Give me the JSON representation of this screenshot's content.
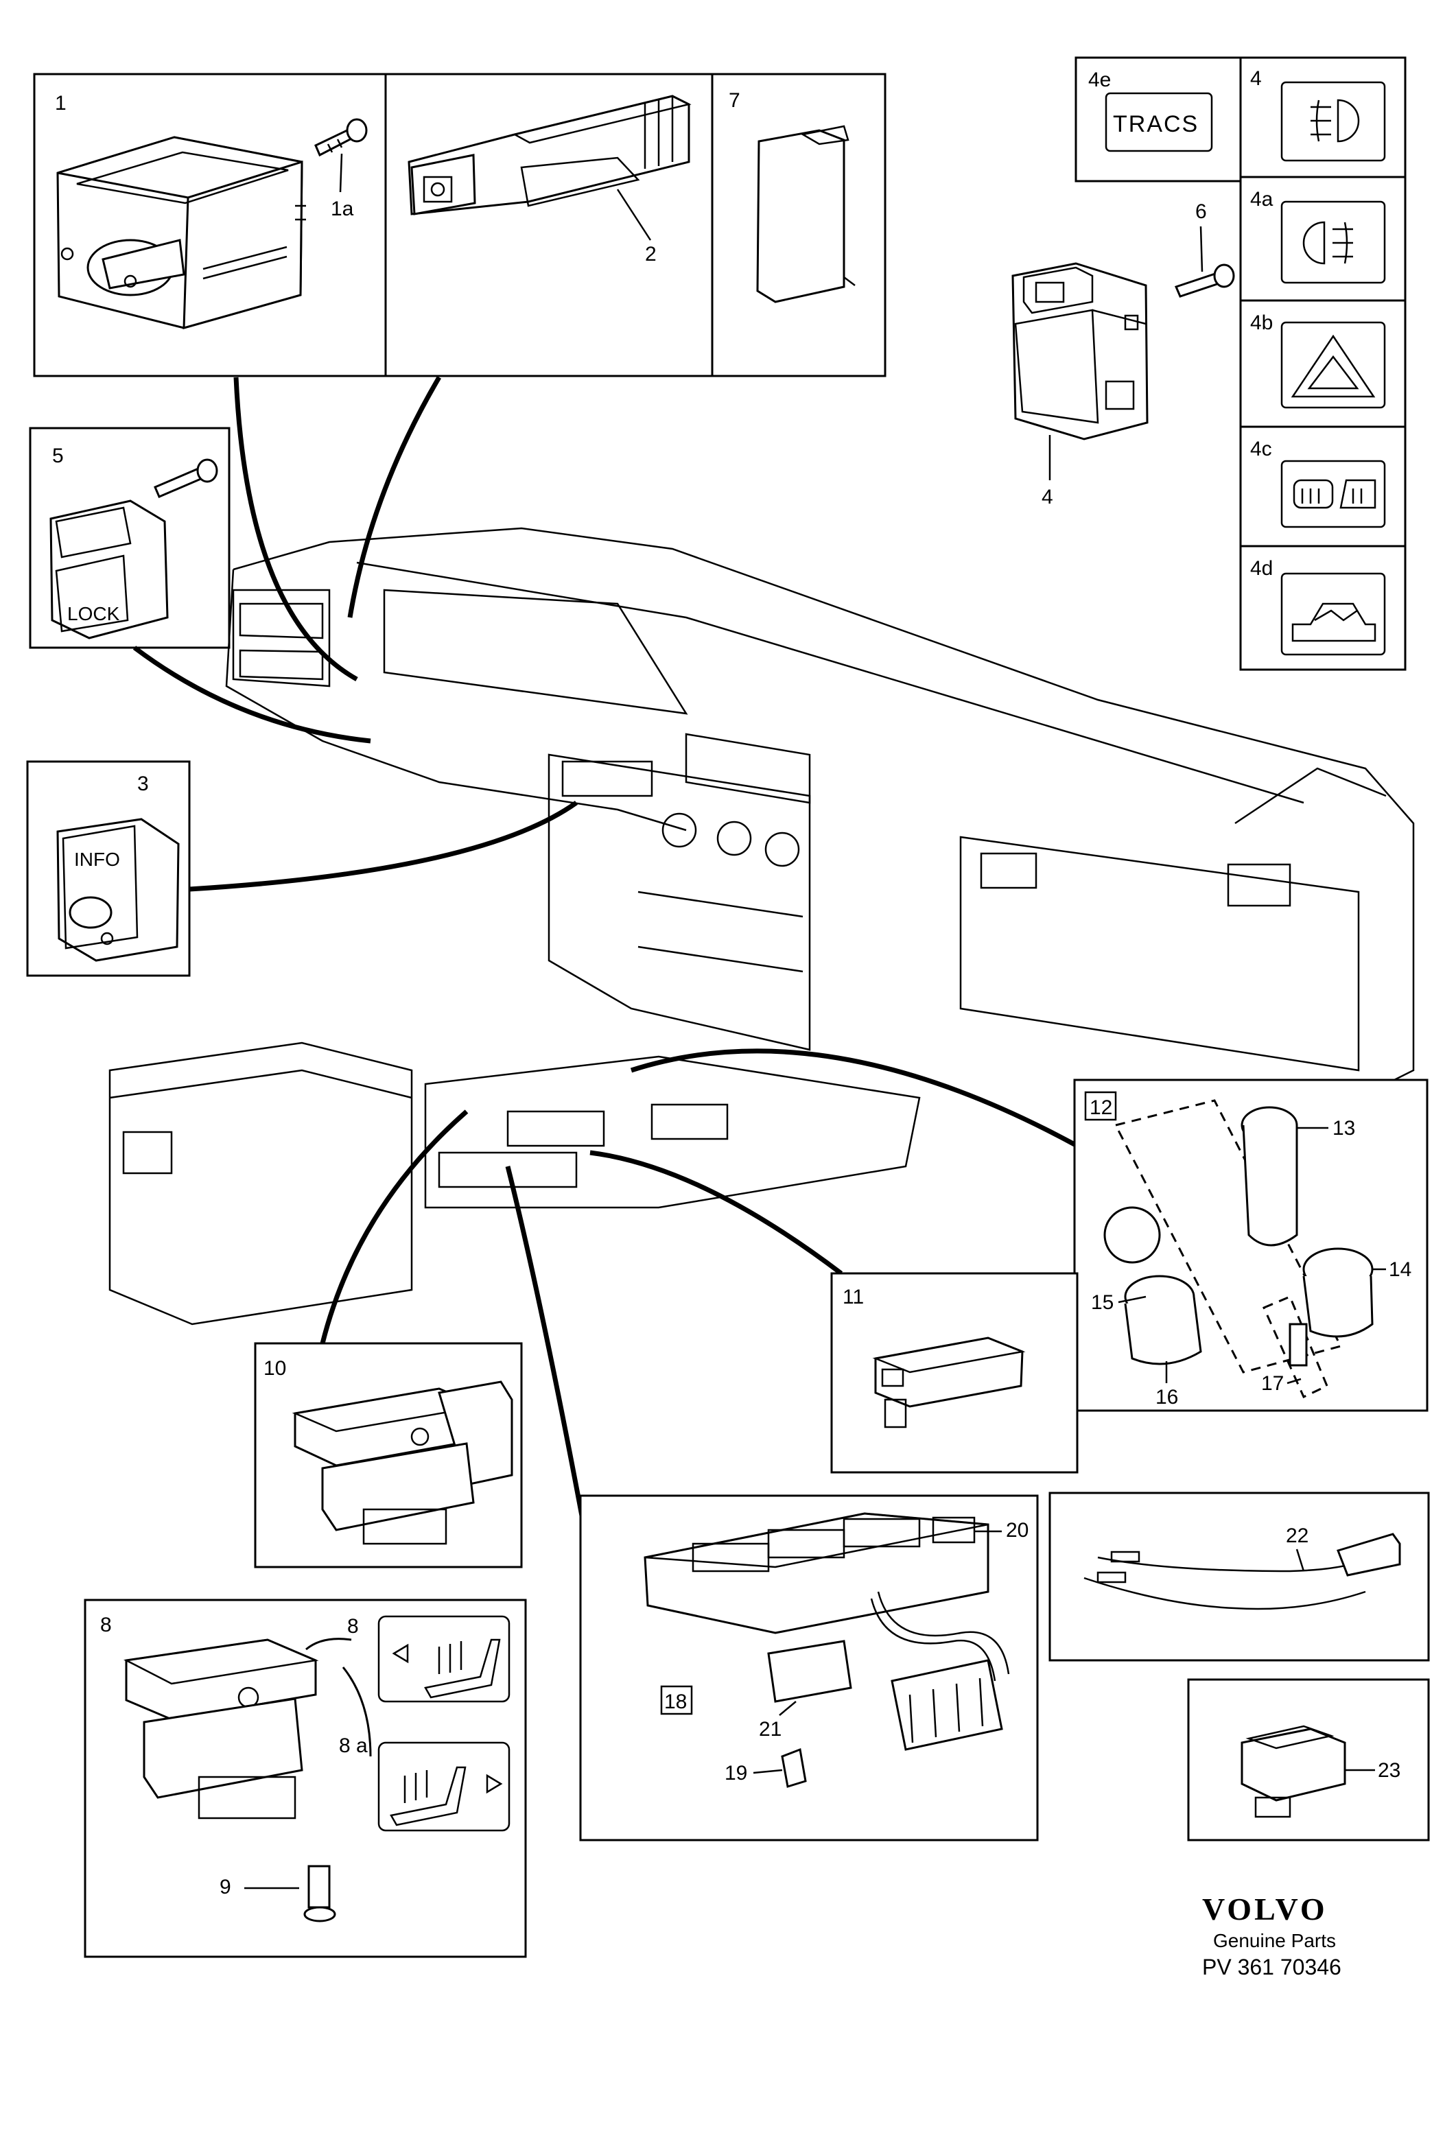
{
  "callouts": {
    "c1": "1",
    "c1a": "1a",
    "c2": "2",
    "c3": "3",
    "c4": "4",
    "c4a": "4a",
    "c4b": "4b",
    "c4c": "4c",
    "c4d": "4d",
    "c4e": "4e",
    "c4_main": "4",
    "c5": "5",
    "c6": "6",
    "c7": "7",
    "c8": "8",
    "c8_sym": "8",
    "c8a": "8 a",
    "c9": "9",
    "c10": "10",
    "c11": "11",
    "c12": "12",
    "c13": "13",
    "c14": "14",
    "c15": "15",
    "c16": "16",
    "c17": "17",
    "c18": "18",
    "c19": "19",
    "c20": "20",
    "c21": "21",
    "c22": "22",
    "c23": "23"
  },
  "symbols": {
    "tracs": "TRACS",
    "info": "INFO",
    "lock": "LOCK"
  },
  "footer": {
    "brand": "VOLVO",
    "subtitle": "Genuine Parts",
    "code": "PV 361 70346"
  }
}
